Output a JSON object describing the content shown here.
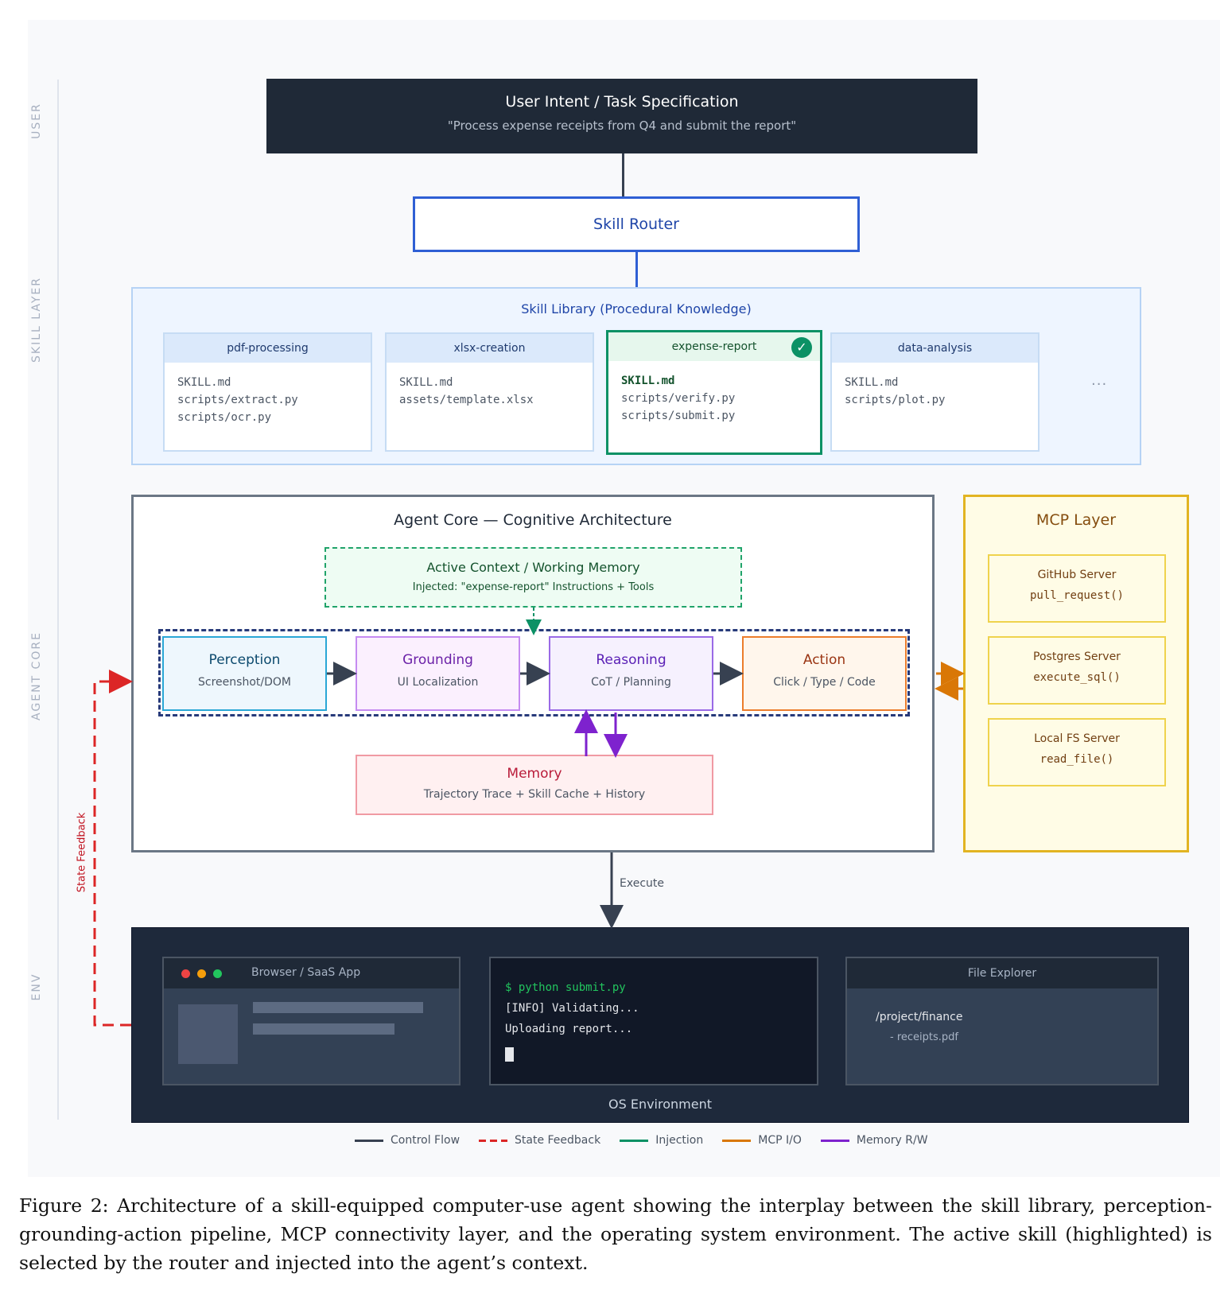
{
  "side_labels": [
    "USER",
    "SKILL LAYER",
    "AGENT CORE",
    "ENV"
  ],
  "user_intent": {
    "title": "User Intent / Task Specification",
    "subtitle": "\"Process expense receipts from Q4 and submit the report\""
  },
  "router": {
    "label": "Skill Router"
  },
  "skill_library": {
    "title": "Skill Library (Procedural Knowledge)",
    "skills": [
      {
        "name": "pdf-processing",
        "files": [
          "SKILL.md",
          "scripts/extract.py",
          "scripts/ocr.py"
        ],
        "active": false
      },
      {
        "name": "xlsx-creation",
        "files": [
          "SKILL.md",
          "assets/template.xlsx"
        ],
        "active": false
      },
      {
        "name": "expense-report",
        "files": [
          "SKILL.md",
          "scripts/verify.py",
          "scripts/submit.py"
        ],
        "active": true
      },
      {
        "name": "data-analysis",
        "files": [
          "SKILL.md",
          "scripts/plot.py"
        ],
        "active": false
      }
    ],
    "more": "..."
  },
  "agent_core": {
    "title": "Agent Core — Cognitive Architecture",
    "active_context": {
      "title": "Active Context / Working Memory",
      "subtitle": "Injected: \"expense-report\" Instructions + Tools"
    },
    "stages": [
      {
        "title": "Perception",
        "subtitle": "Screenshot/DOM"
      },
      {
        "title": "Grounding",
        "subtitle": "UI Localization"
      },
      {
        "title": "Reasoning",
        "subtitle": "CoT / Planning"
      },
      {
        "title": "Action",
        "subtitle": "Click / Type / Code"
      }
    ],
    "memory": {
      "title": "Memory",
      "subtitle": "Trajectory Trace + Skill Cache + History"
    }
  },
  "mcp_layer": {
    "title": "MCP Layer",
    "servers": [
      {
        "name": "GitHub Server",
        "call": "pull_request()"
      },
      {
        "name": "Postgres Server",
        "call": "execute_sql()"
      },
      {
        "name": "Local FS Server",
        "call": "read_file()"
      }
    ]
  },
  "execute_label": "Execute",
  "state_feedback_label": "State Feedback",
  "env": {
    "title": "OS Environment",
    "browser_title": "Browser / SaaS App",
    "terminal_lines": [
      "$ python submit.py",
      "[INFO] Validating...",
      "Uploading report..."
    ],
    "file_explorer_title": "File Explorer",
    "file_path": "/project/finance",
    "file_entry": "- receipts.pdf"
  },
  "legend": [
    {
      "label": "Control Flow",
      "color": "#374151",
      "style": "solid"
    },
    {
      "label": "State Feedback",
      "color": "#dc2626",
      "style": "dashed"
    },
    {
      "label": "Injection",
      "color": "#0c9165",
      "style": "solid"
    },
    {
      "label": "MCP I/O",
      "color": "#d97706",
      "style": "solid"
    },
    {
      "label": "Memory R/W",
      "color": "#7e22ce",
      "style": "solid"
    }
  ],
  "colors": {
    "control": "#374151",
    "feedback": "#dc2626",
    "injection": "#0c9165",
    "mcp": "#d97706",
    "memory": "#7e22ce",
    "router": "#2f5fd4"
  },
  "caption": "Figure 2: Architecture of a skill-equipped computer-use agent showing the interplay between the skill library, perception-grounding-action pipeline, MCP connectivity layer, and the operating system environment. The active skill (highlighted) is selected by the router and injected into the agent’s context."
}
